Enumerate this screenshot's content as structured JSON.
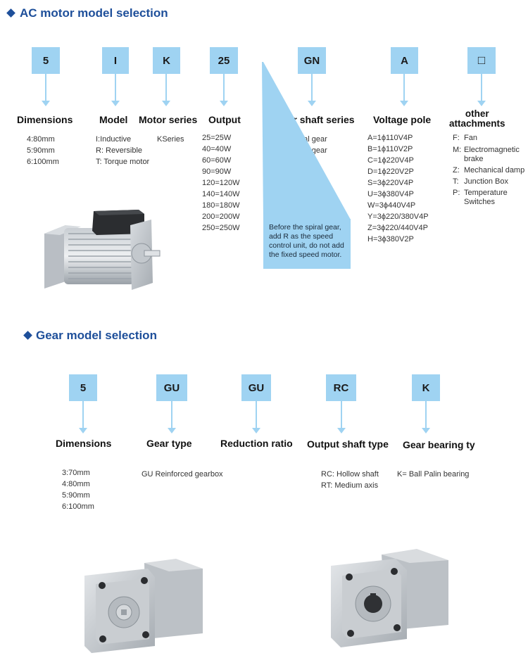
{
  "ac": {
    "title": "AC motor model selection",
    "codes": [
      "5",
      "I",
      "K",
      "25",
      "GN",
      "A",
      "□"
    ],
    "columns": {
      "dimensions": {
        "title": "Dimensions",
        "items": [
          "4:80mm",
          "5:90mm",
          "6:100mm"
        ]
      },
      "model": {
        "title": "Model",
        "items": [
          "I:Inductive",
          "R: Reversible",
          "T: Torque motor"
        ]
      },
      "series": {
        "title": "Motor series",
        "items": [
          "KSeries"
        ]
      },
      "output": {
        "title": "Output",
        "items": [
          "25=25W",
          "40=40W",
          "60=60W",
          "90=90W",
          "120=120W",
          "140=140W",
          "180=180W",
          "200=200W",
          "250=250W"
        ]
      },
      "shaft": {
        "title": "Motor shaft series",
        "items": [
          "GN Spiral gear",
          "GU Spiral gear"
        ]
      },
      "voltage": {
        "title": "Voltage pole",
        "items": [
          "A=1ϕ110V4P",
          "B=1ϕ110V2P",
          "C=1ϕ220V4P",
          "D=1ϕ220V2P",
          "S=3ϕ220V4P",
          "U=3ϕ380V4P",
          "W=3ϕ440V4P",
          "Y=3ϕ220/380V4P",
          "Z=3ϕ220/440V4P",
          "H=3ϕ380V2P"
        ]
      },
      "attachments": {
        "title_line1": "other",
        "title_line2": "attachments",
        "items": [
          {
            "k": "F:",
            "v": "Fan"
          },
          {
            "k": "M:",
            "v": "Electromagnetic\nbrake"
          },
          {
            "k": "Z:",
            "v": "Mechanical damp"
          },
          {
            "k": "T:",
            "v": "Junction Box"
          },
          {
            "k": "P:",
            "v": "Temperature\nSwitches"
          }
        ]
      }
    },
    "note": "Before the spiral gear, add R as the speed control unit, do not add the fixed speed motor."
  },
  "gear": {
    "title": "Gear model selection",
    "codes": [
      "5",
      "GU",
      "GU",
      "RC",
      "K"
    ],
    "columns": {
      "dimensions": {
        "title": "Dimensions",
        "items": [
          "3:70mm",
          "4:80mm",
          "5:90mm",
          "6:100mm"
        ]
      },
      "type": {
        "title": "Gear type",
        "items": [
          "GU Reinforced gearbox"
        ]
      },
      "ratio": {
        "title": "Reduction ratio"
      },
      "output": {
        "title": "Output shaft type",
        "items": [
          "RC: Hollow shaft",
          "RT:  Medium axis"
        ]
      },
      "bearing": {
        "title": "Gear bearing ty",
        "items": [
          "K= Ball Palin bearing"
        ]
      }
    }
  },
  "colors": {
    "accent": "#1e4f9a",
    "box": "#9fd3f2"
  }
}
